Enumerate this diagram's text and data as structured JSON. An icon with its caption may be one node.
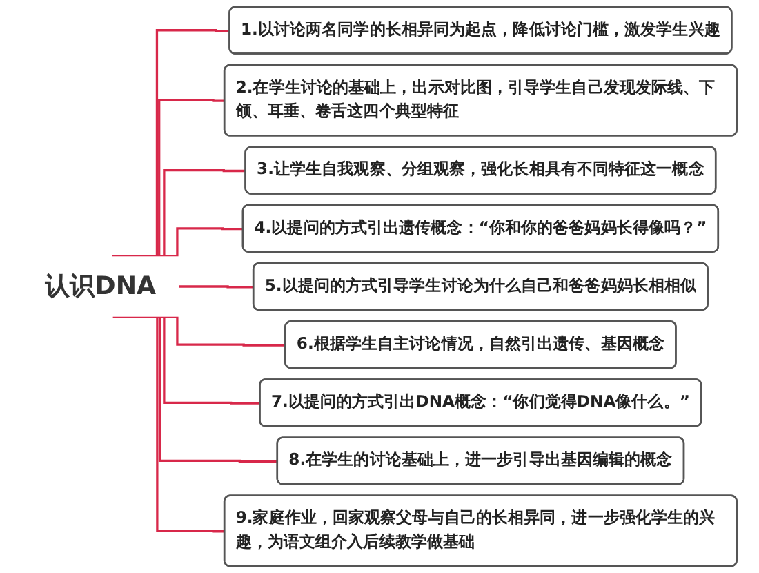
{
  "diagram": {
    "nodes": [
      {
        "text": [
          "认识DNA"
        ]
      },
      {
        "text": [
          "1.以讨论两名同学的长相异同为起点，降低讨论门槛，激发学生兴趣"
        ]
      },
      {
        "text": [
          "2.在学生讨论的基础上，出示对比图，引导学生自己发现发际线、下颌、耳垂、卷舌这四个典型特征"
        ]
      },
      {
        "text": [
          "3.让学生自我观察、分组观察，强化长相具有不同特征这一概念"
        ]
      },
      {
        "text": [
          "4.以提问的方式引出遗传概念：“你和你的爸爸妈妈长得像吗？”"
        ]
      },
      {
        "text": [
          "5.以提问的方式引导学生讨论为什么自己和爸爸妈妈长相相似"
        ]
      },
      {
        "text": [
          "6.根据学生自主讨论情况，自然引出遗传、基因概念"
        ]
      },
      {
        "text": [
          "7.以提问的方式引出DNA概念：“你们觉得DNA像什么。”"
        ]
      },
      {
        "text": [
          "8.在学生的讨论基础上，进一步引导出基因编辑的概念"
        ]
      },
      {
        "text": [
          "9.家庭作业，回家观察父母与自己的长相异同，进一步强化学生的兴趣，为语文组介入后续教学做基础"
        ]
      }
    ],
    "edges": [
      {
        "from": 0,
        "to": 1,
        "arrow": "none"
      },
      {
        "from": 0,
        "to": 2,
        "arrow": "none"
      },
      {
        "from": 0,
        "to": 3,
        "arrow": "none"
      },
      {
        "from": 0,
        "to": 4,
        "arrow": "none"
      },
      {
        "from": 0,
        "to": 5,
        "arrow": "none"
      },
      {
        "from": 0,
        "to": 6,
        "arrow": "none"
      },
      {
        "from": 0,
        "to": 7,
        "arrow": "none"
      },
      {
        "from": 0,
        "to": 8,
        "arrow": "none"
      },
      {
        "from": 0,
        "to": 9,
        "arrow": "none"
      }
    ]
  }
}
